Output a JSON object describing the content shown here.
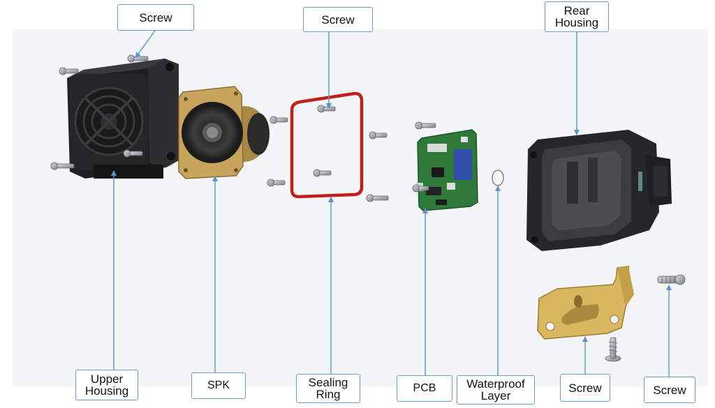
{
  "labels": {
    "screw_top_left": "Screw",
    "screw_top_middle": "Screw",
    "rear_housing": "Rear\nHousing",
    "upper_housing": "Upper\nHousing",
    "spk": "SPK",
    "sealing_ring": "Sealing\nRing",
    "pcb": "PCB",
    "waterproof_layer": "Waterproof\nLayer",
    "screw_bottom_bracket": "Screw",
    "screw_bottom_right": "Screw"
  },
  "colors": {
    "housing": "#2b2b2d",
    "speaker_frame": "#c9a45c",
    "sealing_ring": "#c0201c",
    "pcb": "#2f7a3a",
    "pcb_chip": "#2f4fa8",
    "bracket": "#d8b760",
    "arrow": "#5b93cf",
    "screw": "#9a9ea4"
  }
}
